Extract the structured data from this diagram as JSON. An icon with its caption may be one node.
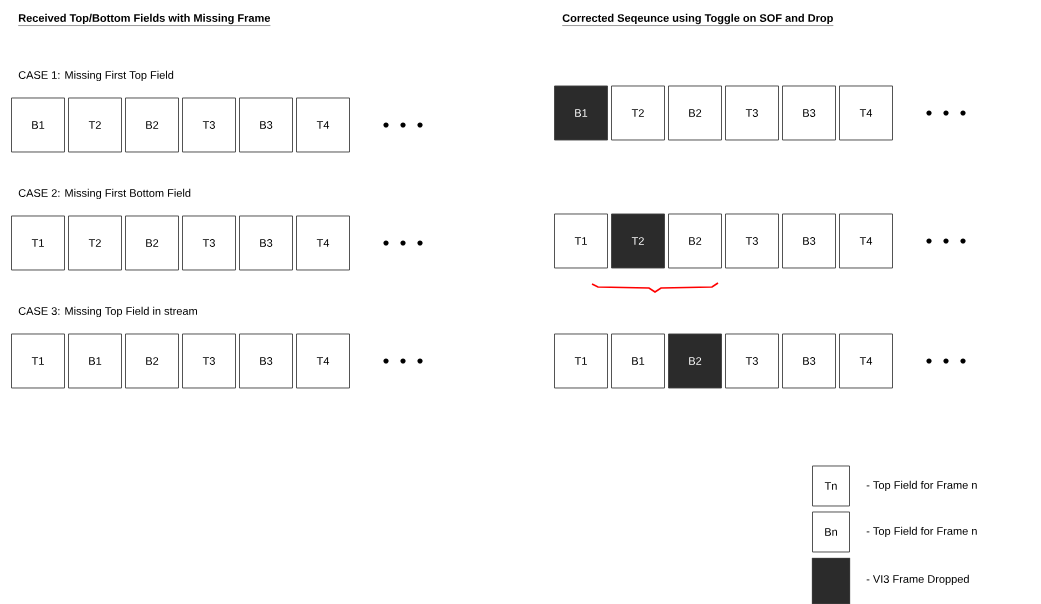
{
  "diagram": {
    "nodes": [
      {
        "text": [
          "B1"
        ]
      },
      {
        "text": [
          "T2"
        ]
      },
      {
        "text": [
          "B2"
        ]
      },
      {
        "text": [
          "T3"
        ]
      },
      {
        "text": [
          "B3"
        ]
      },
      {
        "text": [
          "T4"
        ]
      },
      {
        "text": [
          "B1"
        ]
      },
      {
        "text": [
          "T2"
        ]
      },
      {
        "text": [
          "B2"
        ]
      },
      {
        "text": [
          "T3"
        ]
      },
      {
        "text": [
          "B3"
        ]
      },
      {
        "text": [
          "T4"
        ]
      },
      {
        "text": [
          "T1"
        ]
      },
      {
        "text": [
          "T2"
        ]
      },
      {
        "text": [
          "B2"
        ]
      },
      {
        "text": [
          "T3"
        ]
      },
      {
        "text": [
          "B3"
        ]
      },
      {
        "text": [
          "T4"
        ]
      },
      {
        "text": [
          "T1"
        ]
      },
      {
        "text": [
          "T2"
        ]
      },
      {
        "text": [
          "B2"
        ]
      },
      {
        "text": [
          "T3"
        ]
      },
      {
        "text": [
          "B3"
        ]
      },
      {
        "text": [
          "T4"
        ]
      },
      {
        "text": [
          "T1"
        ]
      },
      {
        "text": [
          "B1"
        ]
      },
      {
        "text": [
          "B2"
        ]
      },
      {
        "text": [
          "T3"
        ]
      },
      {
        "text": [
          "B3"
        ]
      },
      {
        "text": [
          "T4"
        ]
      },
      {
        "text": [
          "T1"
        ]
      },
      {
        "text": [
          "B1"
        ]
      },
      {
        "text": [
          "B2"
        ]
      },
      {
        "text": [
          "T3"
        ]
      },
      {
        "text": [
          "B3"
        ]
      },
      {
        "text": [
          "T4"
        ]
      },
      {
        "text": [
          "Tn"
        ],
        "beside": [
          "- Top Field for Frame n"
        ]
      },
      {
        "text": [
          "Bn"
        ],
        "beside": [
          "- Top Field for Frame n"
        ]
      }
    ],
    "labels": [
      "Received Top/Bottom Fields with Missing Frame",
      "Corrected Seqeunce using Toggle on SOF and Drop",
      "CASE 1: Missing First Top Field",
      "CASE 2: Missing First Bottom Field",
      "CASE 3: Missing Top Field in stream"
    ],
    "legend": [
      {
        "text": "- VI3 Frame Dropped",
        "color": "#2b2b2b"
      }
    ]
  }
}
